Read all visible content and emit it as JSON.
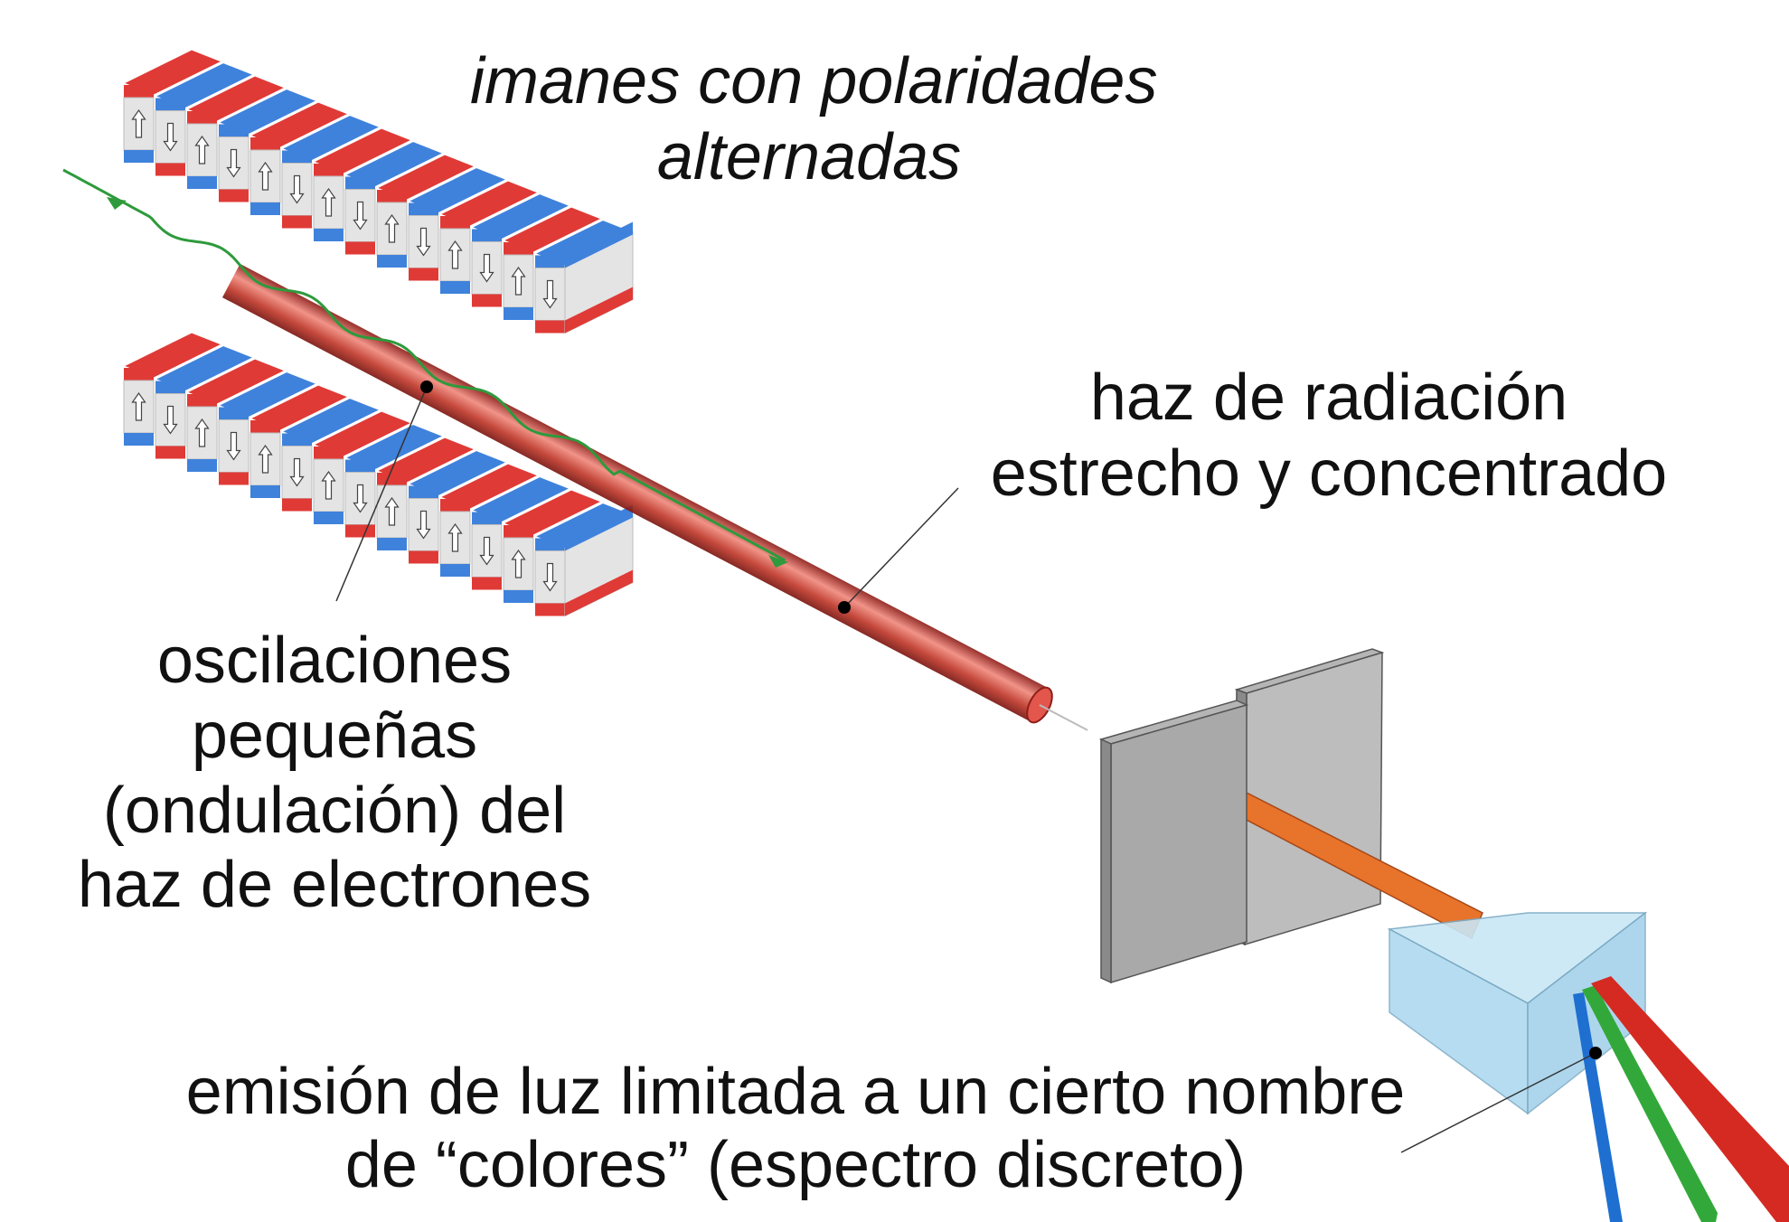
{
  "labels": {
    "magnets": [
      "imanes con polaridades",
      "alternadas"
    ],
    "beam": [
      "haz  de radiación",
      "estrecho y concentrado"
    ],
    "oscillation": [
      "oscilaciones",
      "pequeñas",
      "(ondulación) del",
      "haz de electrones"
    ],
    "emission": [
      "emisión de luz limitada a un cierto nombre",
      "de “colores” (espectro discreto)"
    ]
  },
  "magnets": {
    "upper_row_polarity": [
      "up",
      "down",
      "up",
      "down",
      "up",
      "down",
      "up",
      "down",
      "up",
      "down",
      "up",
      "down",
      "up",
      "down"
    ],
    "lower_row_polarity": [
      "up",
      "down",
      "up",
      "down",
      "up",
      "down",
      "up",
      "down",
      "up",
      "down",
      "up",
      "down",
      "up",
      "down"
    ]
  },
  "colors": {
    "magnet_red": "#e03a36",
    "magnet_blue": "#3f82dc",
    "magnet_grey": "#e4e4e4",
    "electron_path": "#2e9a3c",
    "radiation_beam": "#c0392b",
    "slit_beam": "#e8732a",
    "slit_grey": "#9c9c9c",
    "prism": "#a9d6ee",
    "spectrum": [
      "#1f6fd1",
      "#33a83a",
      "#d42a22"
    ]
  }
}
